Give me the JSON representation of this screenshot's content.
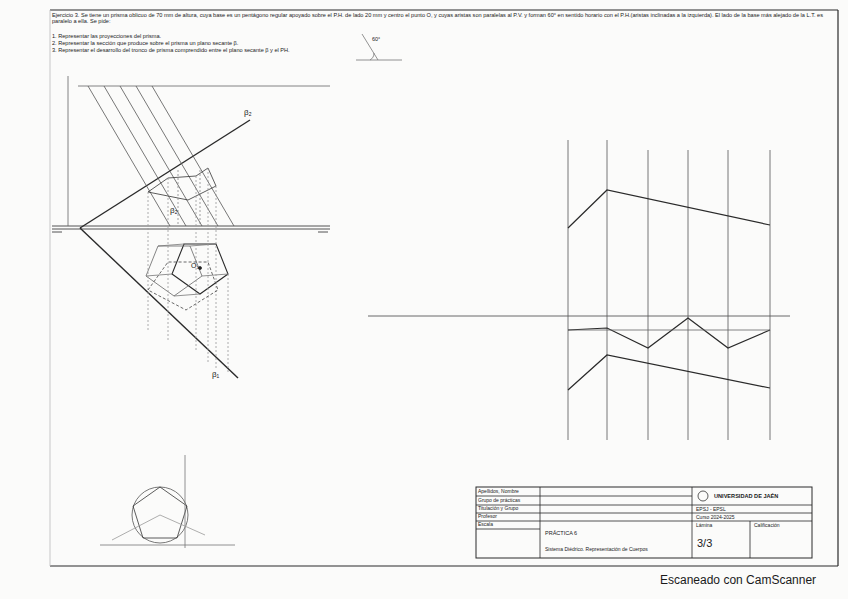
{
  "diagram": {
    "labels": [
      "Ejercicio 3. Se tiene un prisma oblicuo de 70 mm de altura, cuya base es un pentágono regular apoyado sobre el P.H. de lado 20 mm y centro el punto O, y cuyas aristas son paralelas al P.V. y forman 60° en sentido horario con el P.H.(aristas inclinadas a la izquierda). El lado de la base más alejado de la L.T. es paralelo a ella. Se pide:",
      "1. Representar las proyecciones del prisma.",
      "2. Representar la sección que produce sobre el prisma un plano secante β.",
      "3. Representar el desarrollo del tronco de prisma comprendido entre el plano secante β y el PH.",
      "60°",
      "β₂",
      "β₂",
      "β₁",
      "O₁",
      "Apellidos, Nombre",
      "Grupo de prácticas",
      "Titulación y Grupo",
      "Profesor",
      "Escala",
      "UNIVERSIDAD DE JAÉN",
      "EPSJ - EPSL",
      "Curso 2024-2025",
      "PRÁCTICA 6",
      "Sistema Diédrico. Representación de Cuerpos",
      "Lámina",
      "3/3",
      "Calificación",
      "Escaneado con CamScanner"
    ]
  }
}
